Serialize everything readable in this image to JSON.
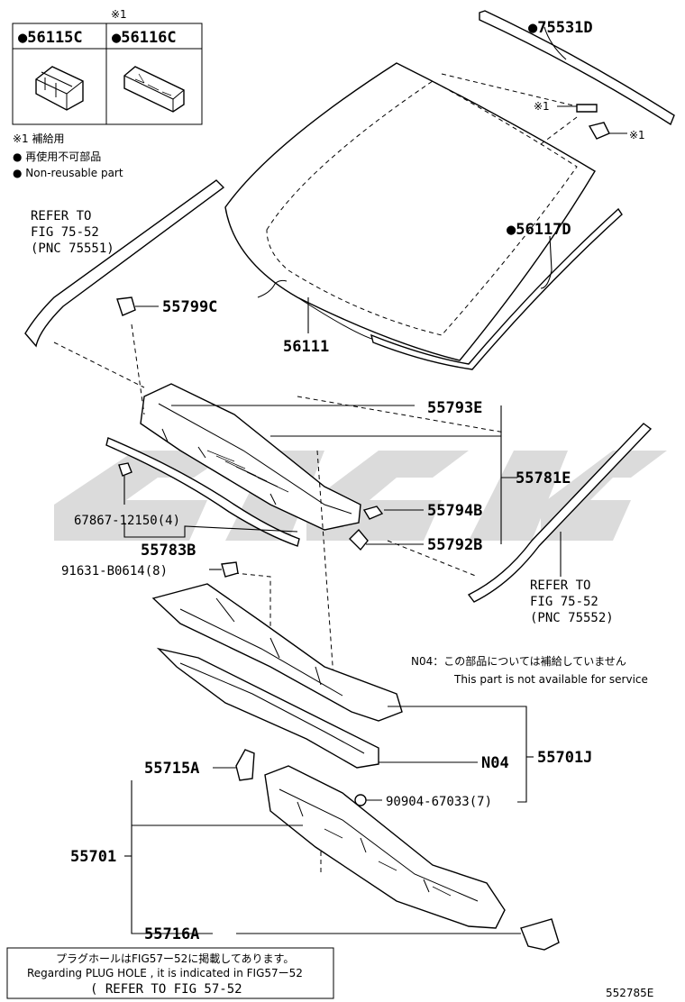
{
  "legend": {
    "mark_note": "※1",
    "col_left": "●56115C",
    "col_right": "●56116C",
    "supply_note": "※1 補給用",
    "nonreusable_jp": "● 再使用不可部品",
    "nonreusable_en": "● Non-reusable part"
  },
  "refer_left": [
    "REFER TO",
    "FIG 75-52",
    "(PNC 75551)"
  ],
  "refer_right": [
    "REFER TO",
    "FIG 75-52",
    "(PNC 75552)"
  ],
  "parts": {
    "p75531D": "●75531D",
    "mark1a": "※1",
    "mark1b": "※1",
    "p56117D": "●56117D",
    "p55799C": "55799C",
    "p56111": "56111",
    "p55793E": "55793E",
    "p55781E": "55781E",
    "p55794B": "55794B",
    "p55792B": "55792B",
    "p67867": "67867-12150(4)",
    "p55783B": "55783B",
    "p91631": "91631-B0614(8)",
    "pN04": "N04",
    "p55701J": "55701J",
    "p55715A": "55715A",
    "p90904": "90904-67033(7)",
    "p55701": "55701",
    "p55716A": "55716A"
  },
  "n04_note": {
    "jp": "N04：この部品については補給していません",
    "en": "This part is not available for service"
  },
  "plug_note": {
    "jp": "プラグホールはFIG57ー52に掲載してあります。",
    "en": "Regarding PLUG HOLE , it is indicated in FIG57ー52",
    "refer": "( REFER TO FIG 57-52"
  },
  "figure_id": "552785E"
}
